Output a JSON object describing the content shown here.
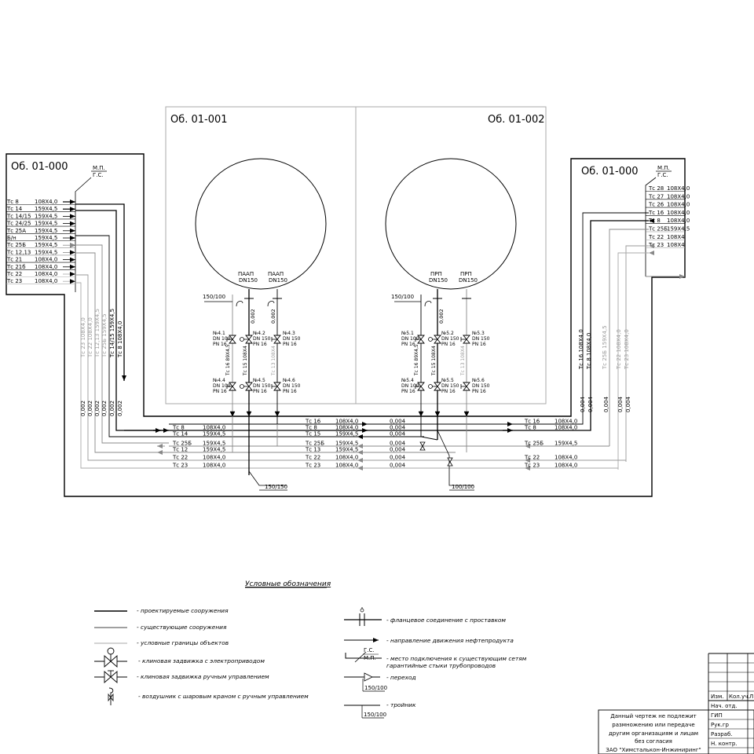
{
  "blocks": {
    "b000_left": "Об. 01-000",
    "b001": "Об. 01-001",
    "b002": "Об. 01-002",
    "b000_right": "Об. 01-000",
    "mp": "М.П.",
    "gs": "Г.С."
  },
  "tanks": {
    "left": [
      {
        "label": "ПААП",
        "dn": "DN150"
      },
      {
        "label": "ПААП",
        "dn": "DN150"
      }
    ],
    "right": [
      {
        "label": "ПРП",
        "dn": "DN150"
      },
      {
        "label": "ПРП",
        "dn": "DN150"
      }
    ]
  },
  "left_table": [
    {
      "tag": "Тс 8",
      "size": "108Х4,0"
    },
    {
      "tag": "Тс 14",
      "size": "159Х4,5"
    },
    {
      "tag": "Тс 14/15",
      "size": "159Х4,5"
    },
    {
      "tag": "Тс 24/25",
      "size": "159Х4,5"
    },
    {
      "tag": "Тс 25А",
      "size": "159Х4,5"
    },
    {
      "tag": "Б/н",
      "size": "159Х4,5"
    },
    {
      "tag": "Тс 25Б",
      "size": "159Х4,5"
    },
    {
      "tag": "Тс 12,13",
      "size": "159Х4,5"
    },
    {
      "tag": "Тс 21",
      "size": "108Х4,0"
    },
    {
      "tag": "Тс 21б",
      "size": "108Х4,0"
    },
    {
      "tag": "Тс 22",
      "size": "108Х4,0"
    },
    {
      "tag": "Тс 23",
      "size": "108Х4,0"
    }
  ],
  "right_table": [
    {
      "tag": "Тс 28",
      "size": "108Х4,0"
    },
    {
      "tag": "Тс 27",
      "size": "108Х4,0"
    },
    {
      "tag": "Тс 26",
      "size": "108Х4,0"
    },
    {
      "tag": "Тс 16",
      "size": "108Х4,0"
    },
    {
      "tag": "Тс 8",
      "size": "108Х4,0"
    },
    {
      "tag": "Тс 25Б",
      "size": "159Х4,5"
    },
    {
      "tag": "Тс 22",
      "size": "108Х4"
    },
    {
      "tag": "Тс 23",
      "size": "108Х4"
    }
  ],
  "valves_left": [
    {
      "id": "№4.1",
      "dn": "DN 100",
      "pn": "PN 16"
    },
    {
      "id": "№4.2",
      "dn": "DN 150",
      "pn": "PN 16"
    },
    {
      "id": "№4.3",
      "dn": "DN 150",
      "pn": "PN 16"
    },
    {
      "id": "№4.4",
      "dn": "DN 100",
      "pn": "PN 16"
    },
    {
      "id": "№4.5",
      "dn": "DN 150",
      "pn": "PN 16"
    },
    {
      "id": "№4.6",
      "dn": "DN 150",
      "pn": "PN 16"
    }
  ],
  "valves_right": [
    {
      "id": "№5.1",
      "dn": "DN 100",
      "pn": "PN 16"
    },
    {
      "id": "№5.2",
      "dn": "DN 150",
      "pn": "PN 16"
    },
    {
      "id": "№5.3",
      "dn": "DN 150",
      "pn": "PN 16"
    },
    {
      "id": "№5.4",
      "dn": "DN 100",
      "pn": "PN 16"
    },
    {
      "id": "№5.5",
      "dn": "DN 150",
      "pn": "PN 16"
    },
    {
      "id": "№5.6",
      "dn": "DN 150",
      "pn": "PN 16"
    }
  ],
  "connections": {
    "c150_100": "150/100",
    "c150_150": "150/150",
    "c100_100": "100/100",
    "slope_left": "0,002",
    "slope_mid": "0,004"
  },
  "vertical_labels": {
    "left": [
      "Тс 23 108Х4,0",
      "Тс 22 108Х4,0",
      "Тс 12,13 159Х4,5",
      "Тс 25Б 159Х4,5",
      "Тс 14/15 159Х4,5",
      "Тс 8 108Х4,0"
    ],
    "right": [
      "Тс 16 108Х4,0",
      "Тс 8 108Х4,0",
      "Тс 25Б 159Х4,5",
      "Тс 22 108Х4,0",
      "Тс 23 108Х4,0"
    ],
    "tank_left": [
      "Тс 16 89Х4,5",
      "Тс 15 108Х4",
      "Тс 13 108Х4"
    ],
    "tank_right": [
      "Тс 16 89Х4,5",
      "Тс 15 108Х4",
      "Тс 13 108Х4"
    ]
  },
  "bottom_rows": [
    {
      "tag1": "Тс 16",
      "size1": "108Х4,0",
      "slope": "0,004",
      "tag2": "Тс 16",
      "size2": "108Х4,0"
    },
    {
      "tag0": "Тс 8",
      "size0": "108Х4,0",
      "tag1": "Тс 8",
      "size1": "108Х4,0",
      "slope": "0,004",
      "tag2": "Тс 8",
      "size2": "108Х4,0"
    },
    {
      "tag0": "Тс 14",
      "size0": "159Х4,5",
      "tag1": "Тс 15",
      "size1": "159Х4,5",
      "slope": "0,004"
    },
    {
      "tag0": "Тс 25Б",
      "size0": "159Х4,5",
      "tag1": "Тс 25Б",
      "size1": "159Х4,5",
      "slope": "0,004",
      "tag2": "Тс 25Б",
      "size2": "159Х4,5"
    },
    {
      "tag0": "Тс 12",
      "size0": "159Х4,5",
      "tag1": "Тс 13",
      "size1": "159Х4,5",
      "slope": "0,004"
    },
    {
      "tag0": "Тс 22",
      "size0": "108Х4,0",
      "tag1": "Тс 22",
      "size1": "108Х4,0",
      "slope": "0,004",
      "tag2": "Тс 22",
      "size2": "108Х4,0"
    },
    {
      "tag0": "Тс 23",
      "size0": "108Х4,0",
      "tag1": "Тс 23",
      "size1": "108Х4,0",
      "slope": "0,004",
      "tag2": "Тс 23",
      "size2": "108Х4,0"
    }
  ],
  "legend": {
    "title": "Условные обозначения",
    "items_left": [
      "- проектируемые сооружения",
      "- существующие сооружения",
      "- условные границы объектов",
      "- клиновая задвижка с электроприводом",
      "- клиновая задвижка ручным управлением",
      "- воздушник с шаровым краном с ручным управлением"
    ],
    "items_right": [
      "- фланцевое соединение с проставком",
      "- направление движения нефтепродукта",
      "- место подключения к существующим сетям",
      "  гарантийные стыки трубопроводов",
      "- переход",
      "- тройник"
    ],
    "sub_150_100": "150/100",
    "gs": "Г.С.",
    "mp": "М.П."
  },
  "stamp": {
    "header": [
      "Изм.",
      "Кол.уч.",
      "Л"
    ],
    "rows": [
      "Нач. отд.",
      "ГИП",
      "Рук.гр",
      "Разраб.",
      "Н. контр."
    ],
    "notice": [
      "Данный чертеж не подлежит",
      "размножению или передаче",
      "другим организациям и лицам",
      "без согласия",
      "ЗАО \"Химсталькон-Инжиниринг\""
    ]
  }
}
